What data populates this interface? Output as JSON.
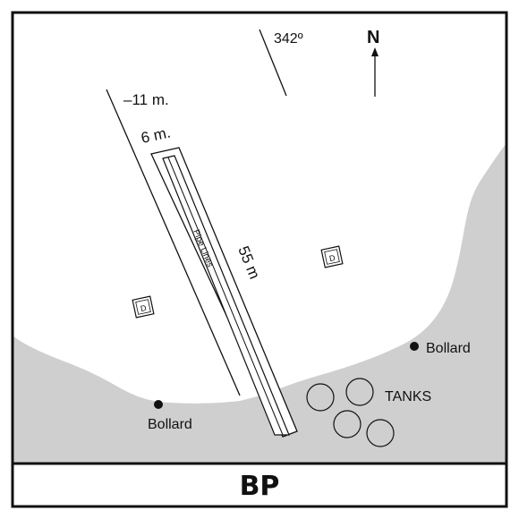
{
  "map": {
    "bearing_label": "342º",
    "north_label": "N",
    "depth_label": "–11 m.",
    "width_label": "6 m.",
    "length_label": "55 m",
    "pipelines_label": "Pipe Lines",
    "dolphin_label": "D",
    "bollard_label": "Bollard",
    "tanks_label": "TANKS",
    "footer_label": "BP",
    "land_color": "#cfcfcf",
    "water_color": "#ffffff",
    "frame_color": "#111111"
  }
}
